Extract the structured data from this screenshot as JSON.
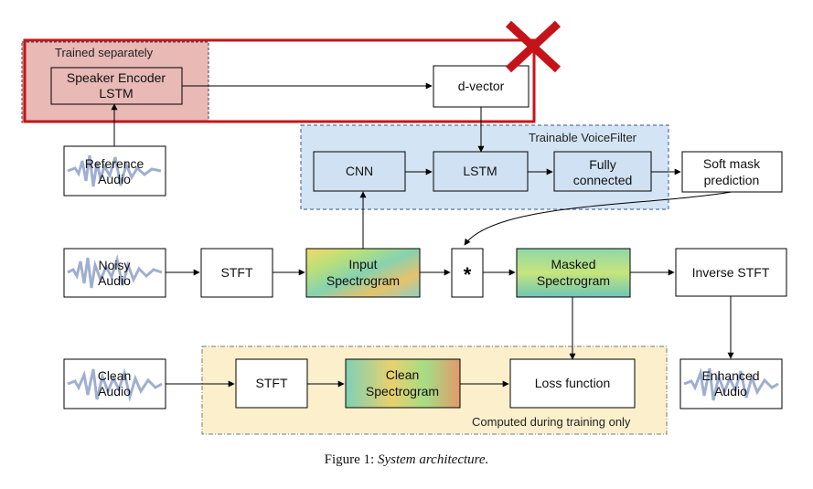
{
  "groups": {
    "trained": "Trained separately",
    "voicefilter": "Trainable VoiceFilter",
    "training": "Computed during training only"
  },
  "blocks": {
    "speaker_encoder": [
      "Speaker Encoder",
      "LSTM"
    ],
    "dvector": [
      "d-vector"
    ],
    "reference_audio": [
      "Reference",
      "Audio"
    ],
    "cnn": [
      "CNN"
    ],
    "lstm": [
      "LSTM"
    ],
    "fully_connected": [
      "Fully",
      "connected"
    ],
    "soft_mask": [
      "Soft mask",
      "prediction"
    ],
    "noisy_audio": [
      "Noisy",
      "Audio"
    ],
    "stft_noisy": [
      "STFT"
    ],
    "input_spec": [
      "Input",
      "Spectrogram"
    ],
    "multiply": [
      "*"
    ],
    "masked_spec": [
      "Masked",
      "Spectrogram"
    ],
    "inverse_stft": [
      "Inverse STFT"
    ],
    "clean_audio": [
      "Clean",
      "Audio"
    ],
    "stft_clean": [
      "STFT"
    ],
    "clean_spec": [
      "Clean",
      "Spectrogram"
    ],
    "loss": [
      "Loss function"
    ],
    "enhanced_audio": [
      "Enhanced",
      "Audio"
    ]
  },
  "caption": {
    "prefix": "Figure 1: ",
    "title": "System architecture."
  },
  "colors": {
    "trained_fill": "#e8b9b5",
    "strike_red": "#c4141a",
    "voicefilter_fill": "#d3e4f4",
    "voicefilter_border": "#557799",
    "training_fill": "#fcf0cc",
    "block_fill_blue": "#cfe1f3",
    "audio_wave": "#7f94bf"
  }
}
